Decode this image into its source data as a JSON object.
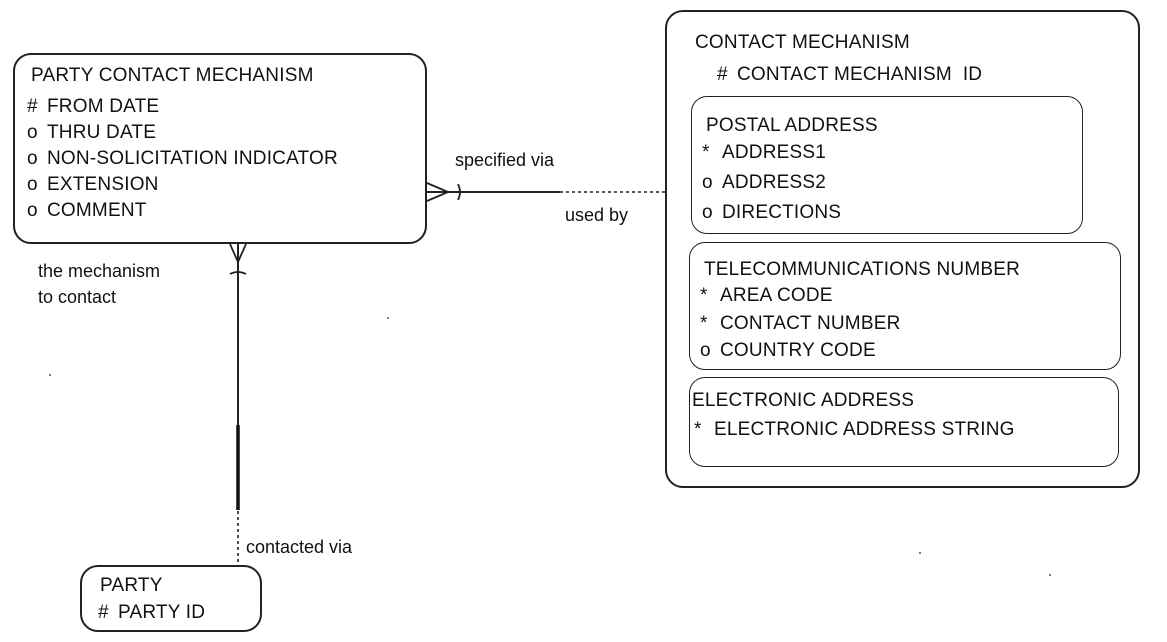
{
  "party_contact_mechanism": {
    "name": "PARTY CONTACT MECHANISM",
    "attributes": [
      {
        "marker": "#",
        "name": "FROM DATE"
      },
      {
        "marker": "o",
        "name": "THRU DATE"
      },
      {
        "marker": "o",
        "name": "NON-SOLICITATION INDICATOR"
      },
      {
        "marker": "o",
        "name": "EXTENSION"
      },
      {
        "marker": "o",
        "name": "COMMENT"
      }
    ]
  },
  "contact_mechanism": {
    "name": "CONTACT MECHANISM",
    "id_marker": "#",
    "id_name": "CONTACT MECHANISM  ID",
    "subtypes": [
      {
        "name": "POSTAL ADDRESS",
        "attributes": [
          {
            "marker": "*",
            "name": "ADDRESS1"
          },
          {
            "marker": "o",
            "name": "ADDRESS2"
          },
          {
            "marker": "o",
            "name": "DIRECTIONS"
          }
        ]
      },
      {
        "name": "TELECOMMUNICATIONS NUMBER",
        "attributes": [
          {
            "marker": "*",
            "name": "AREA CODE"
          },
          {
            "marker": "*",
            "name": "CONTACT NUMBER"
          },
          {
            "marker": "o",
            "name": "COUNTRY CODE"
          }
        ]
      },
      {
        "name": "ELECTRONIC ADDRESS",
        "attributes": [
          {
            "marker": "*",
            "name": "ELECTRONIC ADDRESS STRING"
          }
        ]
      }
    ]
  },
  "party": {
    "name": "PARTY",
    "attributes": [
      {
        "marker": "#",
        "name": "PARTY ID"
      }
    ]
  },
  "relationships": {
    "specified_via": "specified via",
    "used_by": "used by",
    "mechanism_to_contact_line1": "the mechanism",
    "mechanism_to_contact_line2": "to contact",
    "contacted_via": "contacted via"
  }
}
